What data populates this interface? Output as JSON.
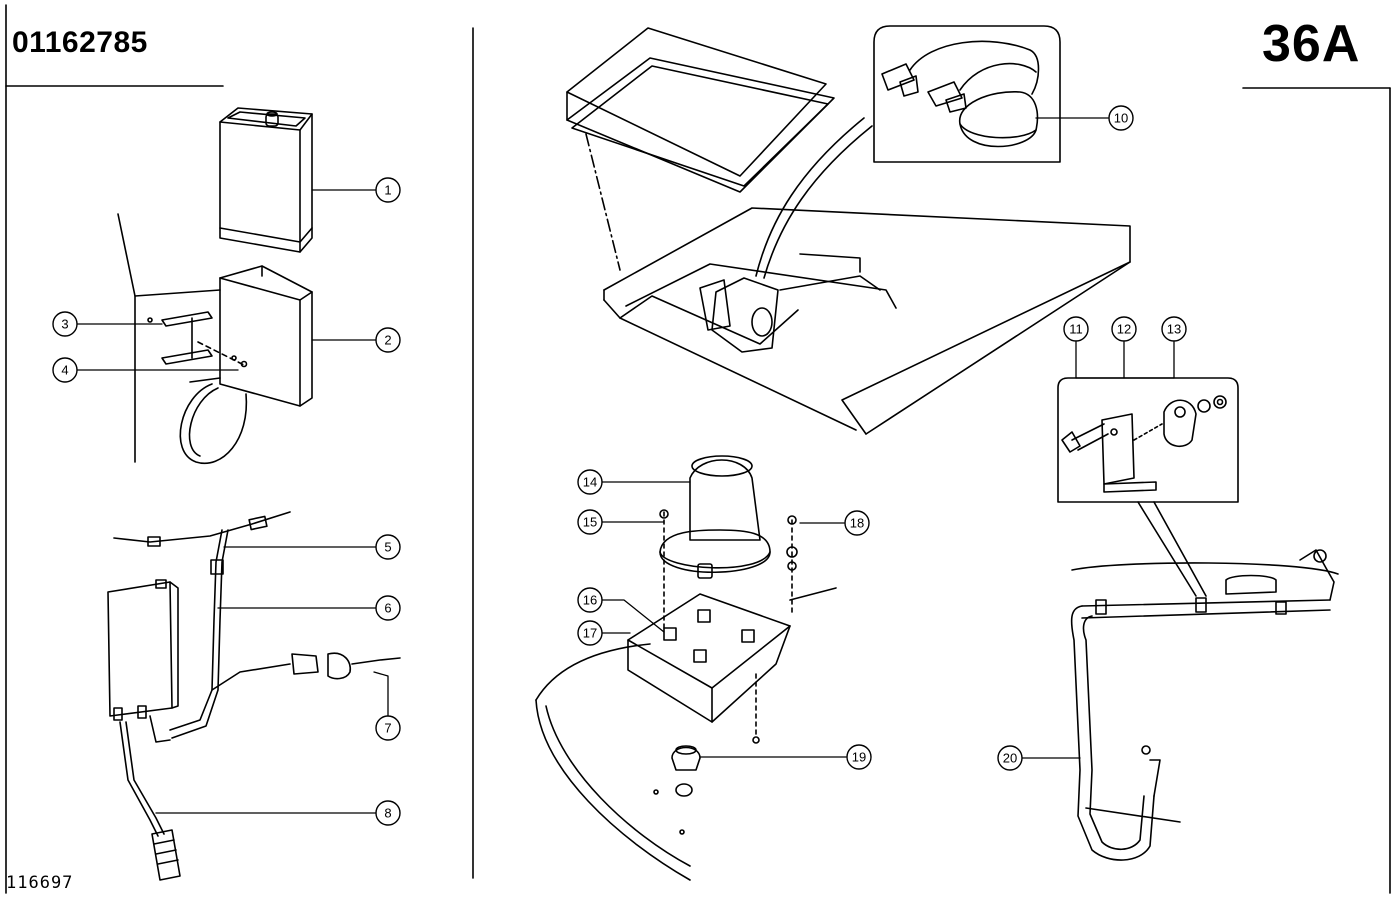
{
  "header": {
    "part_number": "01162785",
    "page_code": "36A",
    "drawing_ref": "116697"
  },
  "callouts": [
    {
      "label": "1"
    },
    {
      "label": "2"
    },
    {
      "label": "3"
    },
    {
      "label": "4"
    },
    {
      "label": "5"
    },
    {
      "label": "6"
    },
    {
      "label": "7"
    },
    {
      "label": "8"
    },
    {
      "label": "10"
    },
    {
      "label": "11"
    },
    {
      "label": "12"
    },
    {
      "label": "13"
    },
    {
      "label": "14"
    },
    {
      "label": "15"
    },
    {
      "label": "16"
    },
    {
      "label": "17"
    },
    {
      "label": "18"
    },
    {
      "label": "19"
    },
    {
      "label": "20"
    }
  ]
}
